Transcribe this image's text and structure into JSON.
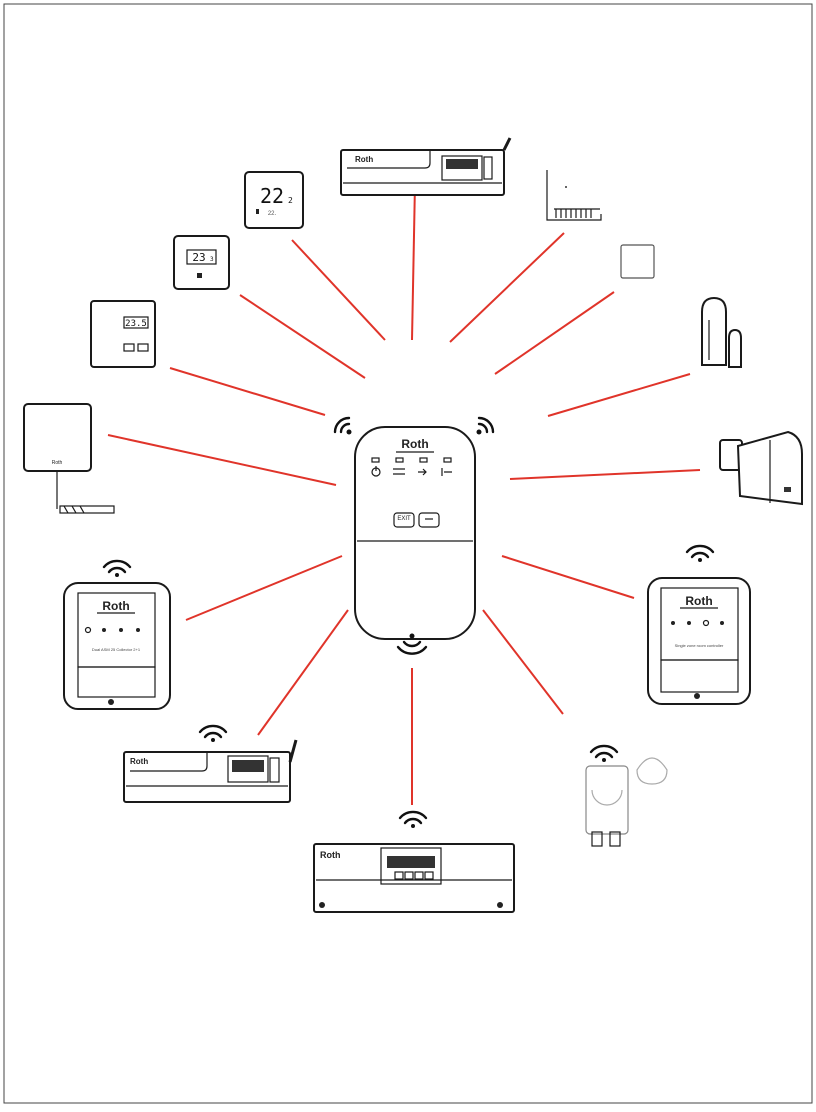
{
  "brand": "Roth",
  "hub": {
    "exit_label": "EXIT"
  },
  "thermostats": {
    "big_display": "22",
    "big_display_decimal": "2",
    "big_display_set": "22.",
    "medium_display": "23",
    "medium_display_decimal": "3",
    "small_display": "23.5"
  },
  "devices": {
    "dual_controller_label": "Dual ASM 25 Collector 2+1",
    "single_controller_label": "Single zone room controller"
  },
  "colors": {
    "connection": "#e0342a",
    "outline": "#1a1a1a"
  }
}
